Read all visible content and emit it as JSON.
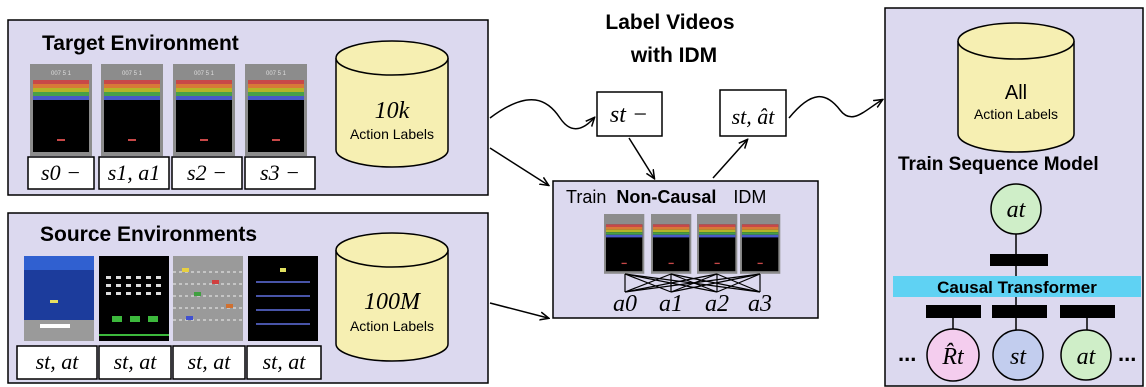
{
  "target_env": {
    "title": "Target Environment",
    "db_value": "10k",
    "db_label": "Action Labels",
    "frame_score": "007 5 1",
    "labels": [
      "s0 −",
      "s1, a1",
      "s2 −",
      "s3 −"
    ]
  },
  "source_env": {
    "title": "Source Environments",
    "db_value": "100M",
    "db_label": "Action Labels",
    "labels": [
      "st, at",
      "st, at",
      "st, at",
      "st, at"
    ]
  },
  "middle": {
    "heading_line1": "Label Videos",
    "heading_line2": "with IDM",
    "state_box": "st −",
    "labeled_box": "st, ât",
    "idm_prefix": "Train",
    "idm_bold": "Non-Causal",
    "idm_suffix": "IDM",
    "actions": [
      "a0",
      "a1",
      "a2",
      "a3"
    ]
  },
  "right": {
    "db_value": "All",
    "db_label": "Action Labels",
    "title": "Train Sequence Model",
    "output_token": "at",
    "transformer_label": "Causal Transformer",
    "inputs": [
      "R̂t",
      "st",
      "at"
    ],
    "ellipsis_left": "...",
    "ellipsis_right": "..."
  },
  "colors": {
    "panel": "#dcd9ef",
    "cylinder": "#f6efb2",
    "green_circle": "#cfeec8",
    "pink_circle": "#f4cdee",
    "blue_circle": "#c2cdee",
    "transformer": "#5fd2f3"
  }
}
